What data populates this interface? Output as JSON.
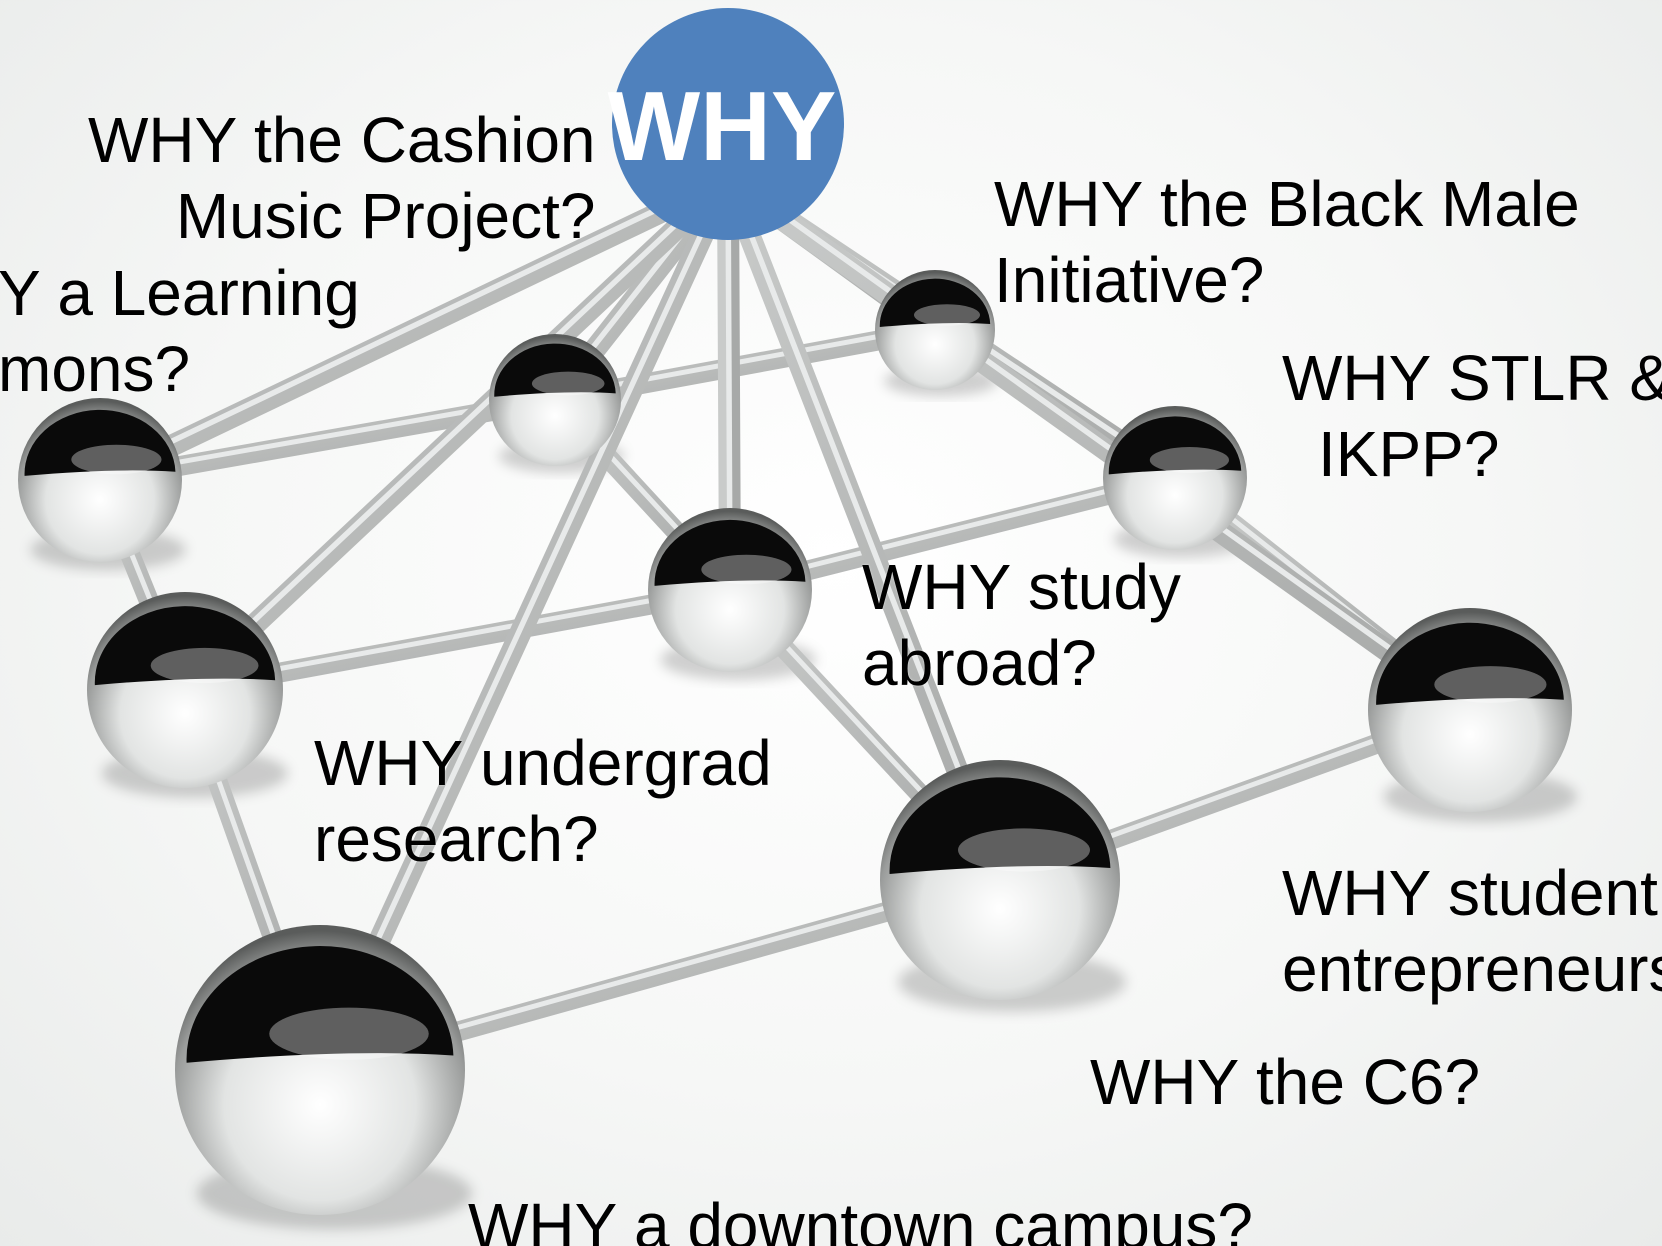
{
  "center": {
    "text": "WHY",
    "color": "#4f81bd"
  },
  "labels": [
    {
      "id": "cashion",
      "lines": [
        "WHY the Cashion",
        "Music Project?"
      ]
    },
    {
      "id": "learning-commons",
      "lines": [
        "Y a Learning",
        "mons?"
      ]
    },
    {
      "id": "black-male",
      "lines": [
        "WHY the Black Male",
        "Initiative?"
      ]
    },
    {
      "id": "stlr",
      "lines": [
        "WHY STLR &",
        "IKPP?"
      ]
    },
    {
      "id": "study-abroad",
      "lines": [
        "WHY study",
        "abroad?"
      ]
    },
    {
      "id": "undergrad",
      "lines": [
        "WHY undergrad",
        "research?"
      ]
    },
    {
      "id": "entrepreneurs",
      "lines": [
        "WHY student",
        "entrepreneurs"
      ]
    },
    {
      "id": "c6",
      "lines": [
        "WHY the C6?"
      ]
    },
    {
      "id": "downtown",
      "lines": [
        "WHY a downtown campus?"
      ]
    }
  ]
}
